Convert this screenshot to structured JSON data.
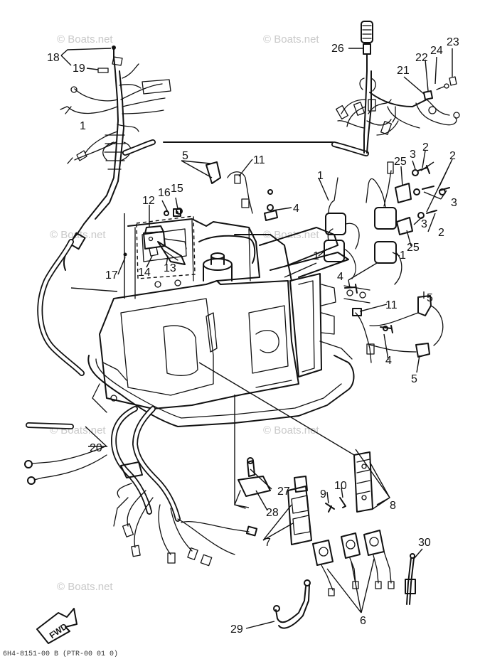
{
  "watermark": "© Boats.net",
  "fwd_label": "FWD",
  "footer_code": "6H4-8151-00 B  (PTR-00 01 0)",
  "callouts": {
    "c1": "1",
    "c2": "2",
    "c3": "3",
    "c4": "4",
    "c5": "5",
    "c6": "6",
    "c7": "7",
    "c8": "8",
    "c9": "9",
    "c10": "10",
    "c11": "11",
    "c12": "12",
    "c13": "13",
    "c14": "14",
    "c15": "15",
    "c16": "16",
    "c17": "17",
    "c18": "18",
    "c19": "19",
    "c20": "20",
    "c21": "21",
    "c22": "22",
    "c23": "23",
    "c24": "24",
    "c25": "25",
    "c26": "26",
    "c27": "27",
    "c28": "28",
    "c29": "29",
    "c30": "30"
  }
}
